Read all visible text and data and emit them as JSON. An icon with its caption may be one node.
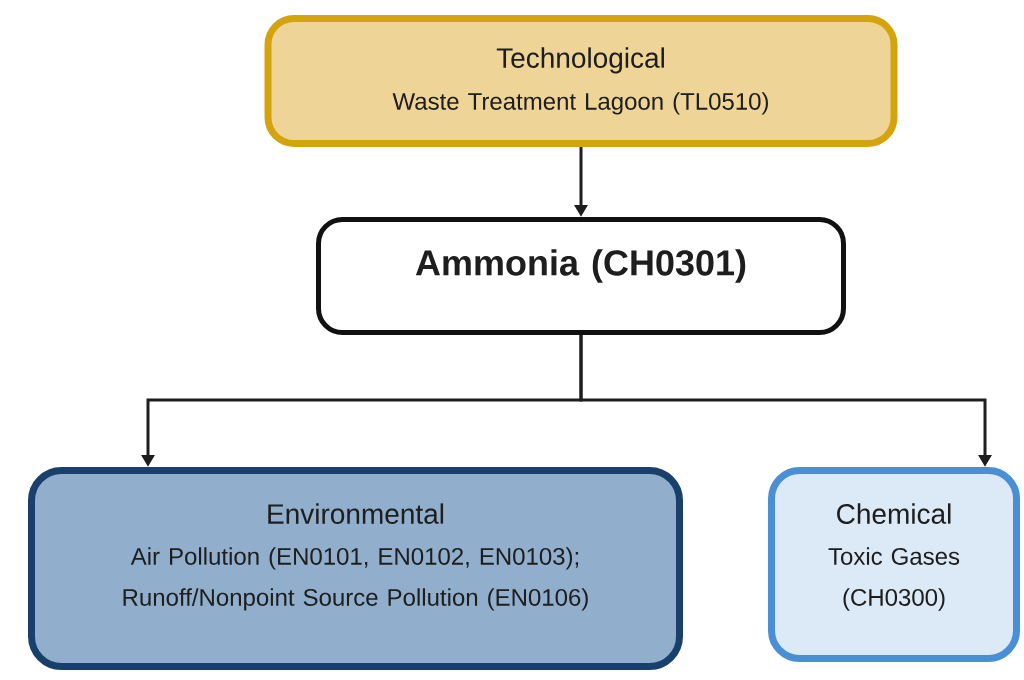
{
  "diagram": {
    "nodes": [
      {
        "text": [
          "Technological",
          "Waste Treatment Lagoon (TL0510)"
        ]
      },
      {
        "text": [
          "Ammonia (CH0301)"
        ]
      },
      {
        "text": [
          "Environmental",
          "Air Pollution (EN0101, EN0102, EN0103); Runoff/Nonpoint Source Pollution (EN0106)"
        ]
      },
      {
        "text": [
          "Chemical",
          "Toxic Gases (CH0300)"
        ]
      }
    ],
    "edges": [
      {
        "from": 0,
        "to": 1,
        "arrow": "to"
      },
      {
        "from": 1,
        "to": 2,
        "arrow": "to"
      },
      {
        "from": 1,
        "to": 3,
        "arrow": "to"
      }
    ]
  }
}
